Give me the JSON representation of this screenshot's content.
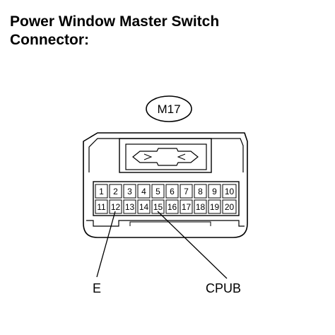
{
  "title": {
    "line1": "Power Window Master Switch",
    "line2": "Connector:"
  },
  "connector": {
    "id": "M17",
    "pins_row1": [
      "1",
      "2",
      "3",
      "4",
      "5",
      "6",
      "7",
      "8",
      "9",
      "10"
    ],
    "pins_row2": [
      "11",
      "12",
      "13",
      "14",
      "15",
      "16",
      "17",
      "18",
      "19",
      "20"
    ]
  },
  "callouts": {
    "left": "E",
    "right": "CPUB"
  }
}
